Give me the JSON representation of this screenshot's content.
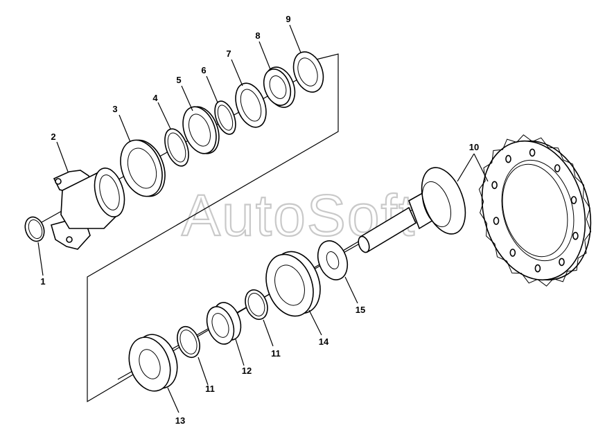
{
  "watermark": "AutoSoft",
  "labels": [
    "1",
    "2",
    "3",
    "4",
    "5",
    "6",
    "7",
    "8",
    "9",
    "10",
    "11",
    "12",
    "11",
    "13",
    "14",
    "15"
  ]
}
